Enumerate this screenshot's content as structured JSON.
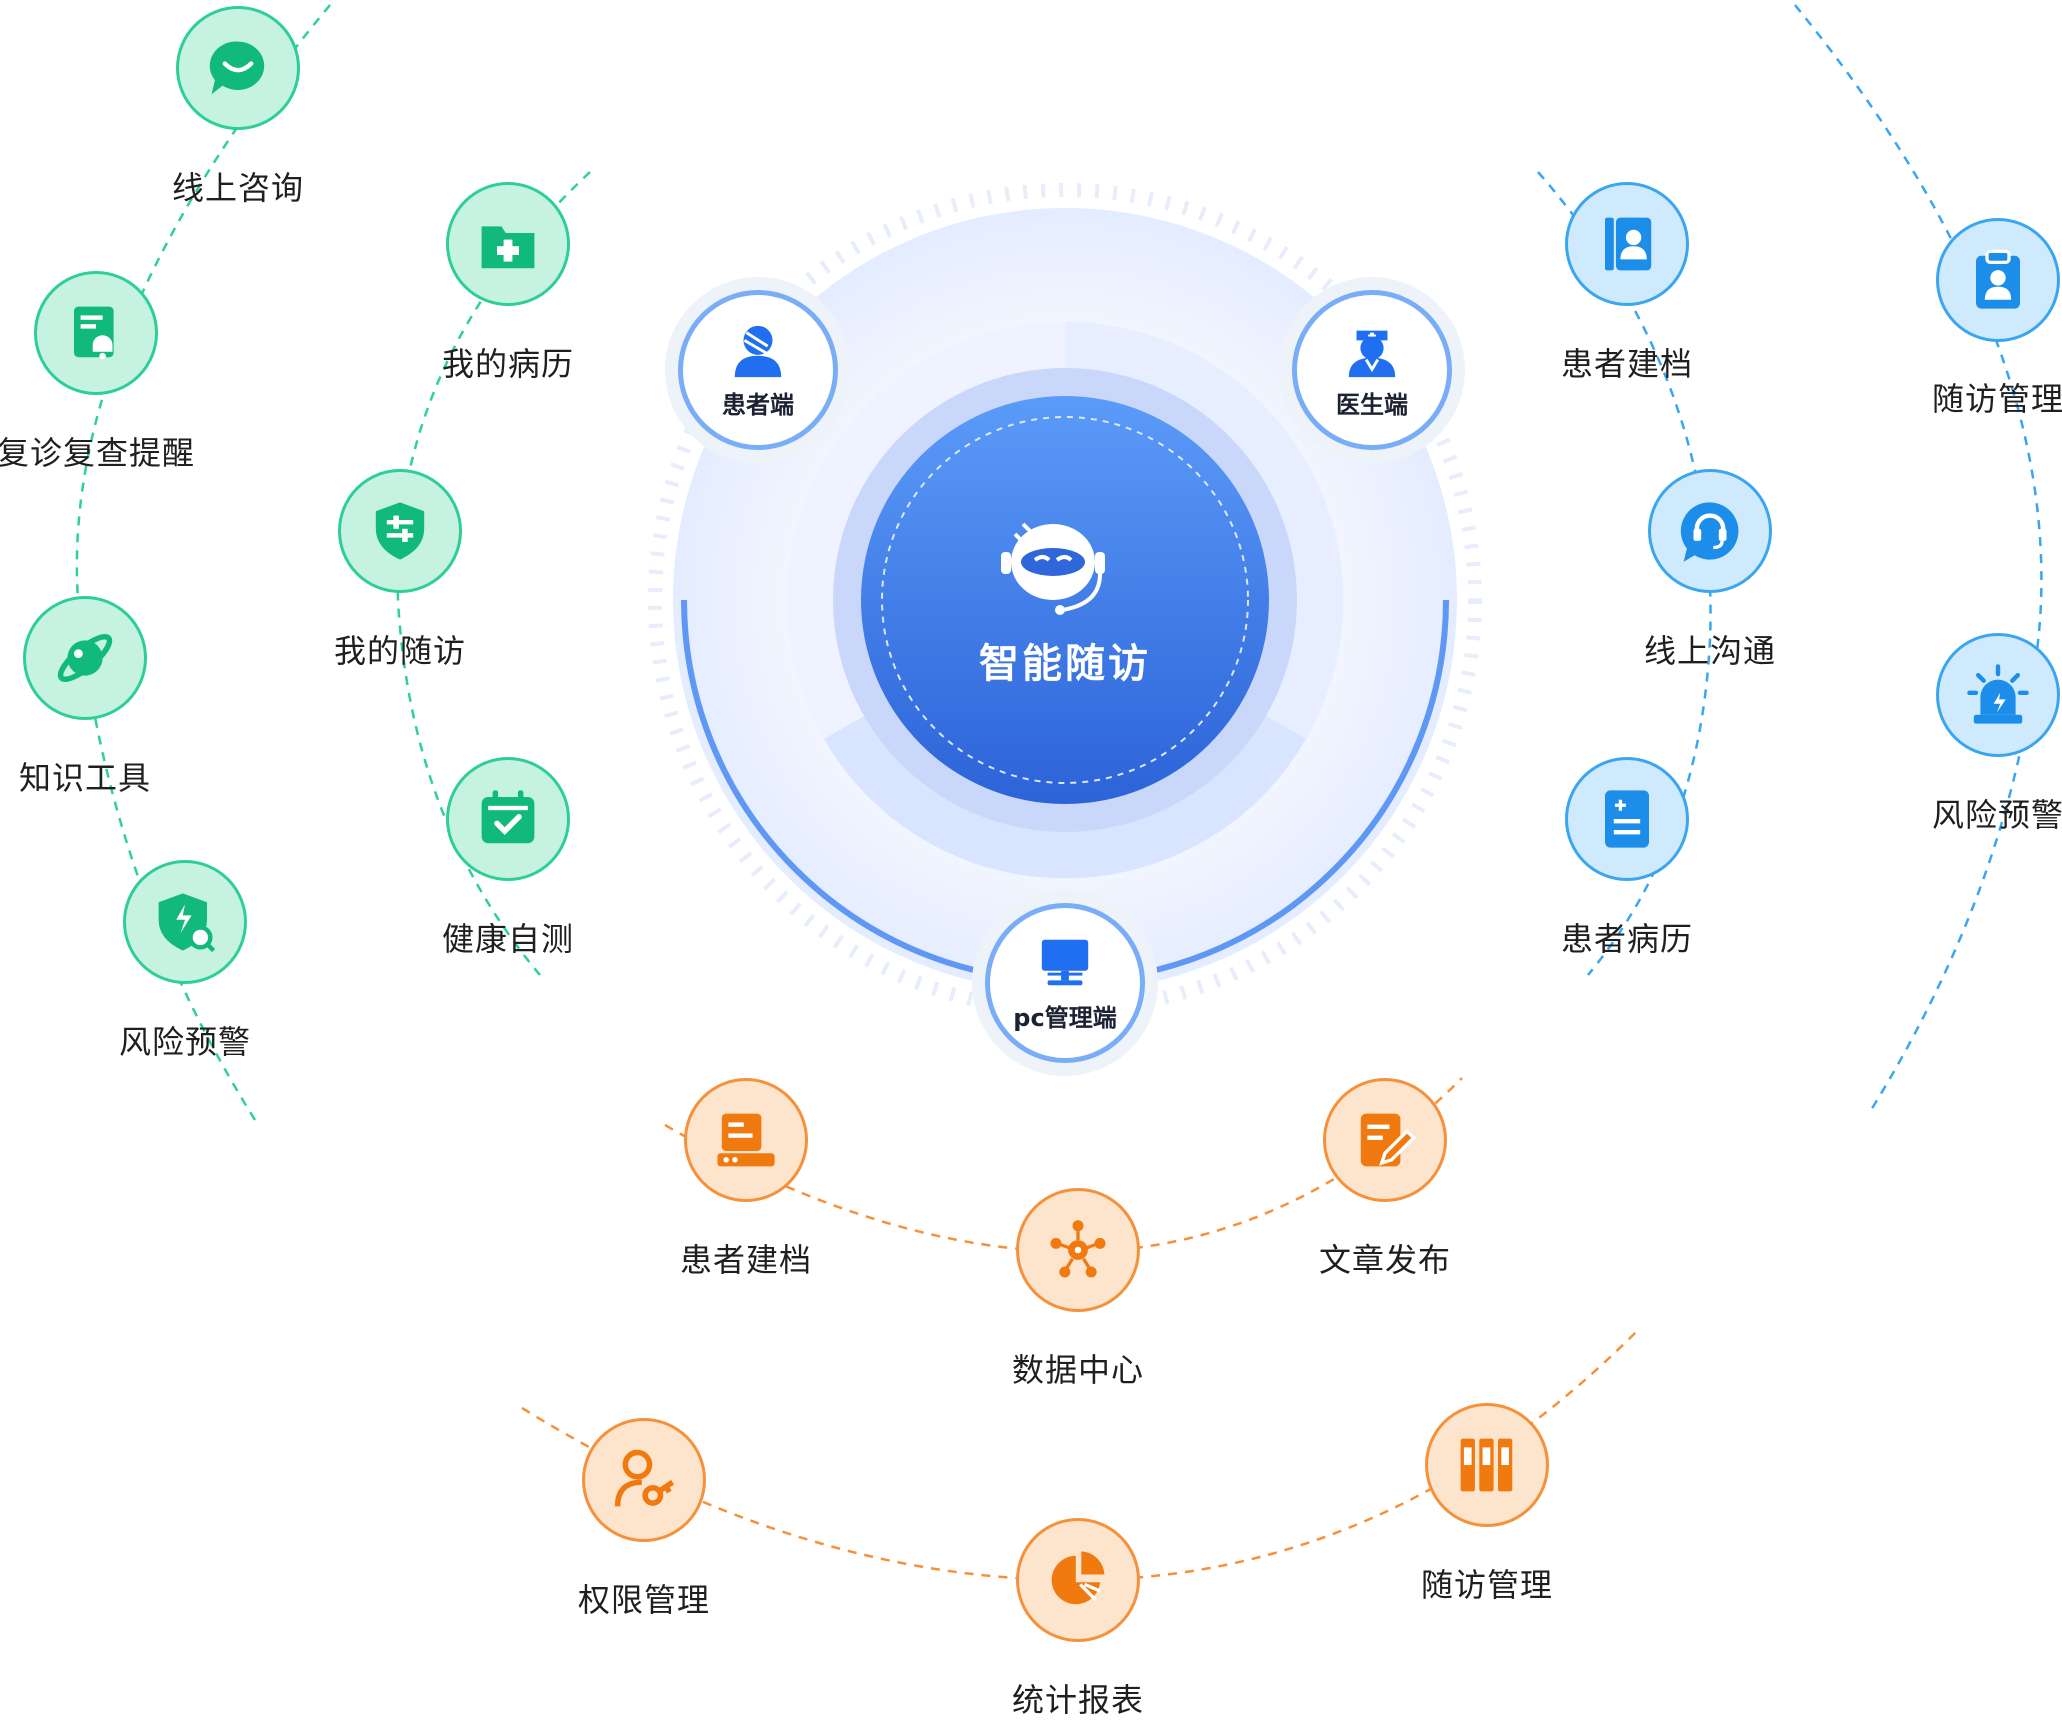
{
  "center": {
    "title": "智能随访",
    "icon": "robot-headset-icon",
    "colors": {
      "hub": "#3a7cf0",
      "ring": "#79adf7"
    }
  },
  "clients": {
    "patient": {
      "label": "患者端",
      "icon": "patient-icon"
    },
    "doctor": {
      "label": "医生端",
      "icon": "doctor-nurse-icon"
    },
    "pc": {
      "label": "pc管理端",
      "icon": "monitor-icon"
    }
  },
  "patient_features": {
    "color": "#2ecf96",
    "outer": [
      {
        "label": "线上咨询",
        "icon": "chat-bubble-icon"
      },
      {
        "label": "复诊复查提醒",
        "icon": "document-bell-icon"
      },
      {
        "label": "知识工具",
        "icon": "planet-icon"
      },
      {
        "label": "风险预警",
        "icon": "shield-search-icon"
      }
    ],
    "inner": [
      {
        "label": "我的病历",
        "icon": "medical-folder-icon"
      },
      {
        "label": "我的随访",
        "icon": "shield-sliders-icon"
      },
      {
        "label": "健康自测",
        "icon": "calendar-check-icon"
      }
    ]
  },
  "doctor_features": {
    "color": "#3aa6f0",
    "inner": [
      {
        "label": "患者建档",
        "icon": "id-card-icon"
      },
      {
        "label": "线上沟通",
        "icon": "headset-chat-icon"
      },
      {
        "label": "患者病历",
        "icon": "medical-record-icon"
      }
    ],
    "outer": [
      {
        "label": "随访管理",
        "icon": "clipboard-user-icon"
      },
      {
        "label": "风险预警",
        "icon": "alarm-light-icon"
      }
    ]
  },
  "pc_features": {
    "color": "#f5913a",
    "inner": [
      {
        "label": "患者建档",
        "icon": "server-icon"
      },
      {
        "label": "数据中心",
        "icon": "network-hub-icon"
      },
      {
        "label": "文章发布",
        "icon": "edit-document-icon"
      }
    ],
    "outer": [
      {
        "label": "权限管理",
        "icon": "user-key-icon"
      },
      {
        "label": "统计报表",
        "icon": "pie-chart-icon"
      },
      {
        "label": "随访管理",
        "icon": "binders-icon"
      }
    ]
  }
}
